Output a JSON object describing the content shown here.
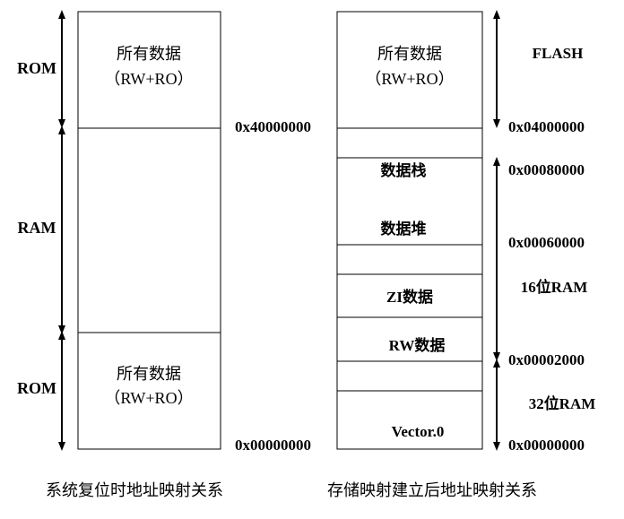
{
  "left_diagram": {
    "labels": {
      "rom_top": "ROM",
      "ram": "RAM",
      "rom_bottom": "ROM"
    },
    "top_block": {
      "line1": "所有数据",
      "line2": "（RW+RO）"
    },
    "bottom_block": {
      "line1": "所有数据",
      "line2": "（RW+RO）"
    },
    "addresses": {
      "upper": "0x40000000",
      "lower": "0x00000000"
    },
    "caption": "系统复位时地址映射关系"
  },
  "right_diagram": {
    "top_block": {
      "line1": "所有数据",
      "line2": "（RW+RO）"
    },
    "stack_label": "数据栈",
    "heap_label": "数据堆",
    "zi_label": "ZI数据",
    "rw_label": "RW数据",
    "vector_label": "Vector.0",
    "side_labels": {
      "flash": "FLASH",
      "ram16": "16位RAM",
      "ram32": "32位RAM"
    },
    "addresses": {
      "a1": "0x04000000",
      "a2": "0x00080000",
      "a3": "0x00060000",
      "a4": "0x00002000",
      "a5": "0x00000000"
    },
    "caption": "存储映射建立后地址映射关系"
  }
}
